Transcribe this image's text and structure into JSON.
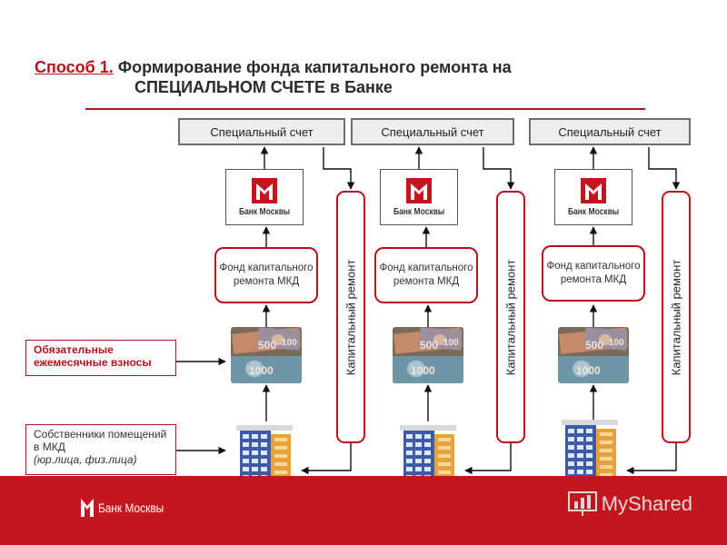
{
  "title": {
    "prefix": "Способ 1.",
    "line1": " Формирование фонда капитального ремонта на",
    "line2": "СПЕЦИАЛЬНОМ СЧЕТЕ в Банке"
  },
  "columns": [
    {
      "account": "Специальный счет",
      "bank_name": "Банк Москвы",
      "fund": "Фонд капитального ремонта МКД",
      "repair": "Капитальный ремонт"
    },
    {
      "account": "Специальный счет",
      "bank_name": "Банк Москвы",
      "fund": "Фонд капитального ремонта МКД",
      "repair": "Капитальный ремонт"
    },
    {
      "account": "Специальный счет",
      "bank_name": "Банк Москвы",
      "fund": "Фонд капитального ремонта МКД",
      "repair": "Капитальный ремонт"
    }
  ],
  "side_labels": {
    "payments": "Обязательные ежемесячные взносы",
    "owners": "Собственники помещений в МКД",
    "owners_note": "(юр.лица, физ.лица)"
  },
  "money_labels": [
    "500",
    "100",
    "1000"
  ],
  "footer": {
    "logo_name": "Банк Москвы",
    "watermark": "MyShared"
  },
  "colors": {
    "brand_red": "#c3161f",
    "dark_red": "#b5121b"
  }
}
